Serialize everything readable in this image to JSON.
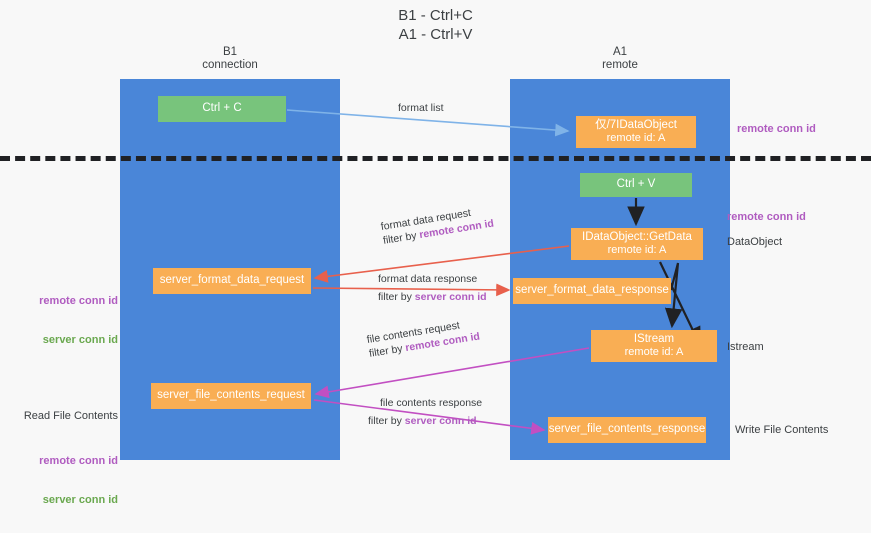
{
  "title": "B1 - Ctrl+C\nA1 - Ctrl+V",
  "columns": {
    "left": "B1\nconnection",
    "right": "A1\nremote"
  },
  "colors": {
    "lane": "#4a86d8",
    "node_orange": "#f9ae54",
    "node_green": "#78c47c",
    "accent_purple": "#b05cc0",
    "accent_green": "#6aa84f",
    "arrow_blue": "#7fb3e8",
    "arrow_red": "#e8604c",
    "arrow_magenta": "#c24fc2",
    "arrow_black": "#202124",
    "divider": "#202124",
    "background": "#f8f8f8"
  },
  "nodes": {
    "ctrl_c": {
      "line1": "Ctrl + C"
    },
    "idataobject": {
      "line1": "仅/7IDataObject",
      "line2": "remote id: A"
    },
    "ctrl_v": {
      "line1": "Ctrl + V"
    },
    "getdata": {
      "line1": "IDataObject::GetData",
      "line2": "remote id: A"
    },
    "server_format_data_request": {
      "line1": "server_format_data_request"
    },
    "server_format_data_response": {
      "line1": "server_format_data_response"
    },
    "istream": {
      "line1": "IStream",
      "line2": "remote id: A"
    },
    "server_file_contents_request": {
      "line1": "server_file_contents_request"
    },
    "server_file_contents_response": {
      "line1": "server_file_contents_response"
    }
  },
  "edge_labels": {
    "format_list": {
      "line1": "format list"
    },
    "format_data_request": {
      "line1": "format data request",
      "line2_prefix": "filter by ",
      "line2_key": "remote conn id"
    },
    "format_data_response": {
      "line1": "format data response",
      "line2_prefix": "filter by ",
      "line2_key": "server conn id"
    },
    "file_contents_request": {
      "line1": "file contents request",
      "line2_prefix": "filter by ",
      "line2_key": "remote conn id"
    },
    "file_contents_response": {
      "line1": "file contents response",
      "line2_prefix": "filter by ",
      "line2_key": "server conn id"
    }
  },
  "side_labels": {
    "right_remote_conn_id_1": "remote conn id",
    "right_remote_conn_id_2": "remote conn id",
    "right_dataobject": "DataObject",
    "right_istream": "Istream",
    "right_write_file_contents": "Write File Contents",
    "left_group_1": {
      "remote": "remote conn id",
      "server": "server conn id"
    },
    "left_group_2": {
      "heading": "Read File Contents",
      "remote": "remote conn id",
      "server": "server conn id"
    }
  }
}
